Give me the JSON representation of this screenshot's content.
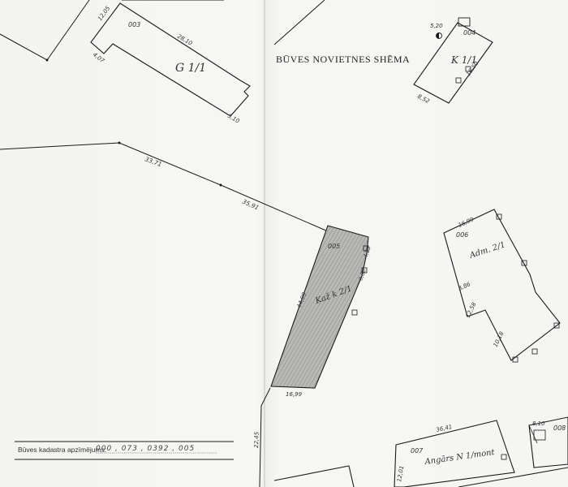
{
  "title": "BŪVES NOVIETNES SHĒMA",
  "footer": {
    "label": "Būves kadastra apzīmējums:",
    "code": "000 , 073 , 0392 , 005"
  },
  "buildings": [
    {
      "id": "003",
      "label": "G 1/1"
    },
    {
      "id": "004",
      "label": "K 1/1"
    },
    {
      "id": "005",
      "label": "Kaž k 2/1"
    },
    {
      "id": "006",
      "label": "Adm. 2/1"
    },
    {
      "id": "007",
      "label": "Angārs N 1/mont"
    },
    {
      "id": "008",
      "label": ""
    }
  ],
  "measurements": {
    "boundary": [
      "33,71",
      "35,91"
    ],
    "b003": [
      "28,10",
      "12,05",
      "4,07",
      "5,10"
    ],
    "b004": [
      "5,20",
      "8,52",
      "18,50"
    ],
    "b005": [
      "44,99",
      "16,99",
      "4,23",
      "8,06"
    ],
    "b006": [
      "16,99",
      "3,86",
      "12,58",
      "10,18"
    ],
    "b007": [
      "36,41"
    ],
    "b008": [
      "8,10"
    ],
    "edge": [
      "22,45",
      "12,01"
    ]
  },
  "colors": {
    "line": "#1a1a1a",
    "shading": "#8a8a8a",
    "paper": "#f4f4f2"
  }
}
